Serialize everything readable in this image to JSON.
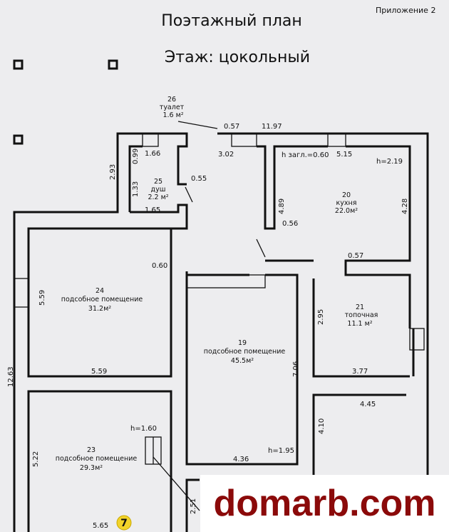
{
  "header": {
    "title": "Поэтажный план",
    "floor": "Этаж: цокольный",
    "appendix": "Приложение 2"
  },
  "rooms": {
    "r26": {
      "num": "26",
      "name": "туалет",
      "area": "1.6 м²"
    },
    "r25": {
      "num": "25",
      "name": "душ",
      "area": "2.2 м²"
    },
    "r20": {
      "num": "20",
      "name": "кухня",
      "area": "22.0м²"
    },
    "r24": {
      "num": "24",
      "name": "подсобное помещение",
      "area": "31.2м²"
    },
    "r19": {
      "num": "19",
      "name": "подсобное помещение",
      "area": "45.5м²"
    },
    "r21": {
      "num": "21",
      "name": "топочная",
      "area": "11.1 м²"
    },
    "r23": {
      "num": "23",
      "name": "подсобное помещение",
      "area": "29.3м²"
    }
  },
  "dimensions": {
    "d0_57a": "0.57",
    "d11_97": "11.97",
    "d1_66": "1.66",
    "d0_99": "0.99",
    "d3_02": "3.02",
    "h_zagl": "h загл.=0.60",
    "d5_15": "5.15",
    "h2_19": "h=2.19",
    "d2_93": "2.93",
    "d0_55": "0.55",
    "d1_33": "1.33",
    "d1_65": "1.65",
    "d4_89": "4.89",
    "d4_28": "4.28",
    "d0_56": "0.56",
    "d0_57b": "0.57",
    "d0_60": "0.60",
    "d5_59v": "5.59",
    "d5_59h": "5.59",
    "d2_95": "2.95",
    "d3_77": "3.77",
    "d7_06": "7.06",
    "d4_45": "4.45",
    "d12_63": "12.63",
    "h1_60": "h=1.60",
    "d5_22": "5.22",
    "d4_10": "4.10",
    "h1_95": "h=1.95",
    "d4_36": "4.36",
    "d5_65": "5.65",
    "d2_51": "2.51"
  },
  "badge": "7",
  "watermark": "domarb.com"
}
